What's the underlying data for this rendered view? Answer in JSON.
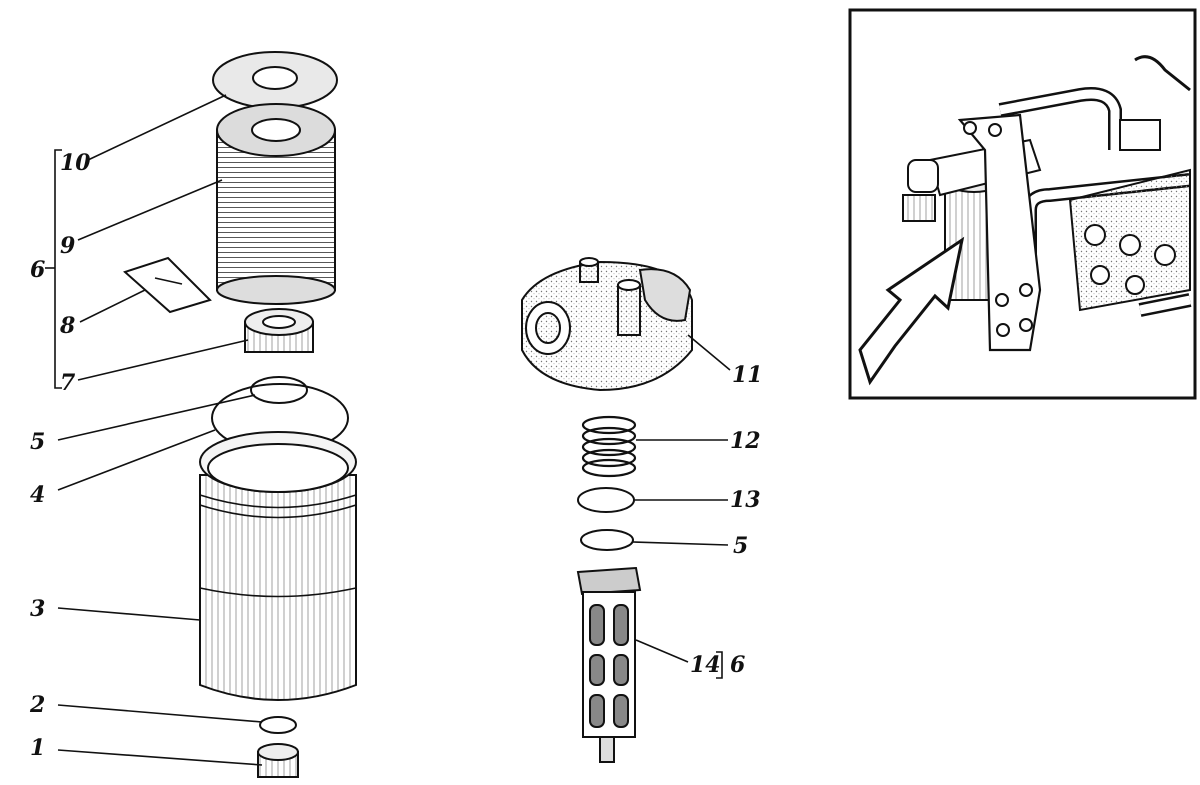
{
  "callouts": {
    "c1": "1",
    "c2": "2",
    "c3": "3",
    "c4": "4",
    "c5a": "5",
    "c5b": "5",
    "c6": "6",
    "c6b": "6",
    "c7": "7",
    "c8": "8",
    "c9": "9",
    "c10": "10",
    "c11": "11",
    "c12": "12",
    "c13": "13",
    "c14": "14"
  },
  "colors": {
    "ink": "#111111",
    "shade": "#cfcfcf",
    "paper": "#ffffff"
  }
}
